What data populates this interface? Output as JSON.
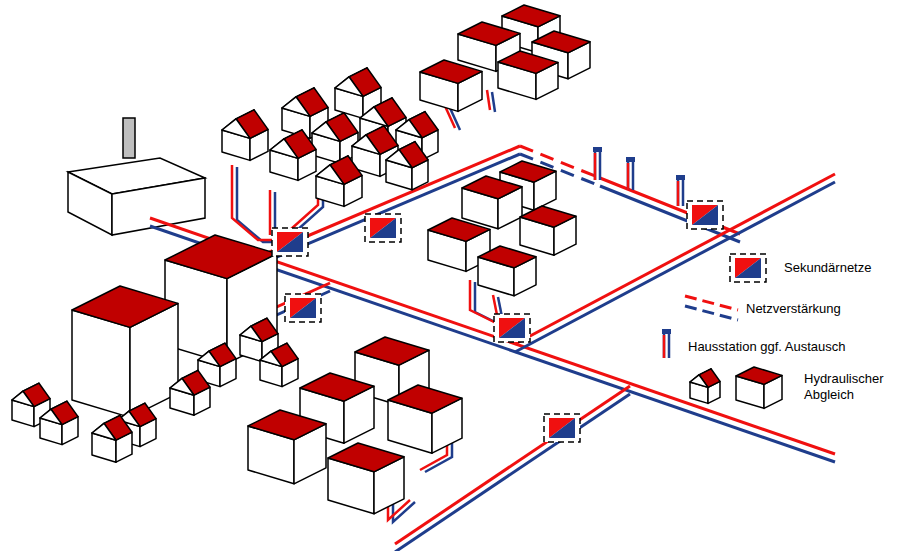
{
  "diagram": {
    "legend": [
      {
        "text": "Sekundärnetze"
      },
      {
        "text": "Netzverstärkung"
      },
      {
        "text": "Hausstation ggf. Austausch"
      },
      {
        "text": "Hydraulischer Abgleich"
      }
    ]
  }
}
